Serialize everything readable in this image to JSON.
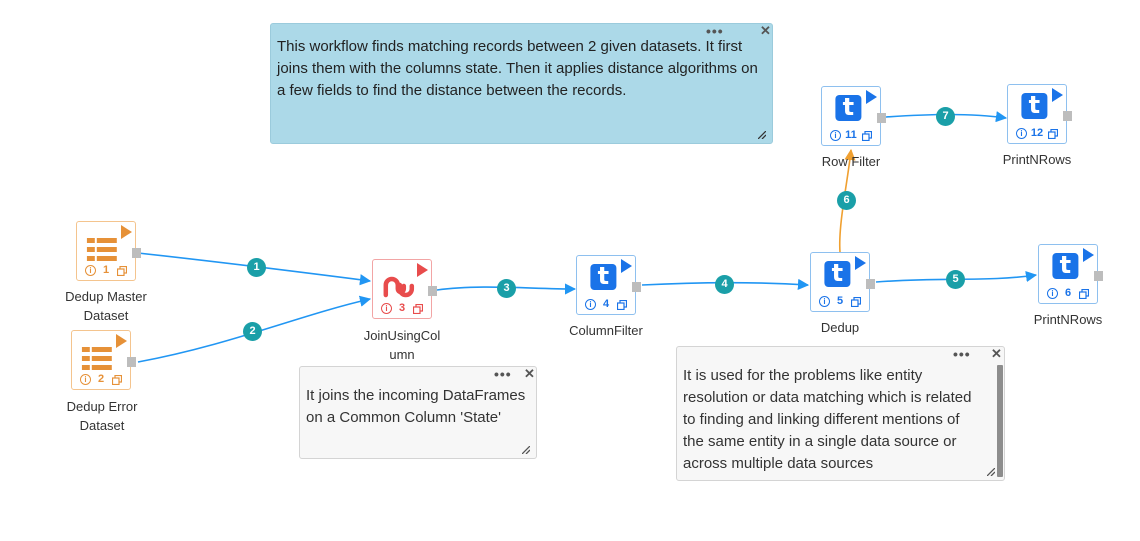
{
  "colors": {
    "edge": "#2196f3",
    "edge_orange": "#f0a030",
    "badge": "#1a9fa8",
    "orange_node": "#e69138",
    "red_node": "#e84c4c",
    "blue_node": "#1a73e8",
    "note_blue": "#acd9e8"
  },
  "notes": {
    "workflow": {
      "text": "This workflow finds matching records between 2 given datasets. It first joins them with the columns state. Then it applies distance algorithms on a few fields to find the distance between the records.",
      "menu": "•••",
      "close": "✕"
    },
    "join": {
      "text": "It joins the incoming DataFrames on a Common Column 'State'",
      "menu": "•••",
      "close": "✕"
    },
    "dedup": {
      "text": "It is used for the problems like entity resolution or data matching which is related to finding and linking different mentions of the same entity in a single data source or across multiple data sources",
      "menu": "•••",
      "close": "✕"
    }
  },
  "nodes": [
    {
      "id": "1",
      "label_line1": "Dedup Master",
      "label_line2": "Dataset",
      "icon": "dataset-icon"
    },
    {
      "id": "2",
      "label_line1": "Dedup Error",
      "label_line2": "Dataset",
      "icon": "dataset-icon"
    },
    {
      "id": "3",
      "label_line1": "JoinUsingCol",
      "label_line2": "umn",
      "icon": "stumbleupon-join-icon"
    },
    {
      "id": "4",
      "label_line1": "ColumnFilter",
      "icon": "transform-t-icon"
    },
    {
      "id": "5",
      "label_line1": "Dedup",
      "icon": "transform-t-icon"
    },
    {
      "id": "6",
      "label_line1": "PrintNRows",
      "icon": "transform-t-icon"
    },
    {
      "id": "11",
      "label_line1": "Row Filter",
      "icon": "transform-t-icon"
    },
    {
      "id": "12",
      "label_line1": "PrintNRows",
      "icon": "transform-t-icon"
    }
  ],
  "node_letter": "t",
  "info_glyph": "i",
  "edges": [
    "1",
    "2",
    "3",
    "4",
    "5",
    "6",
    "7"
  ]
}
